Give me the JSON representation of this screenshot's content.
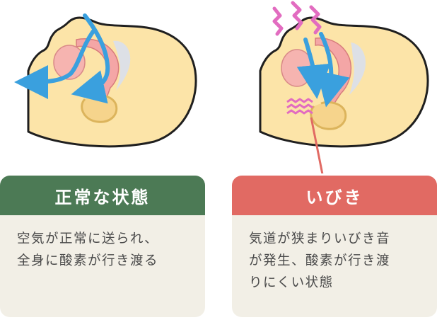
{
  "normal": {
    "title": "正常な状態",
    "lines": [
      "空気が正常に送られ、",
      "全身に酸素が行き渡る"
    ]
  },
  "snoring": {
    "title": "いびき",
    "lines": [
      "気道が狭まりいびき音",
      "が発生、酸素が行き渡",
      "りにくい状態"
    ]
  },
  "colors": {
    "normal_header": "#4c7a55",
    "snoring_header": "#e16a63",
    "card_background": "#f2efe6",
    "skin": "#fce4a8",
    "airflow_arrow": "#3aa0de",
    "snore_sound": "#e26cc0"
  }
}
